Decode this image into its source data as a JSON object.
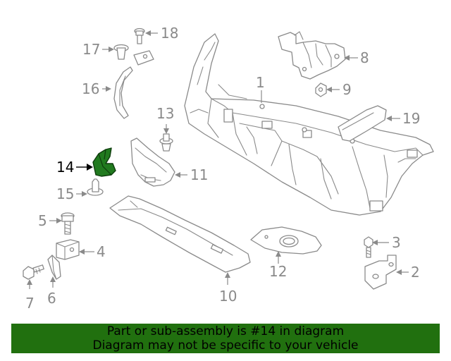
{
  "diagram": {
    "highlight_color": "#21700f",
    "highlighted_callout": "14",
    "callouts": [
      "1",
      "2",
      "3",
      "4",
      "5",
      "6",
      "7",
      "8",
      "9",
      "10",
      "11",
      "12",
      "13",
      "14",
      "15",
      "16",
      "17",
      "18",
      "19"
    ]
  },
  "banner": {
    "line1": "Part or sub-assembly is #14 in diagram",
    "line2": "Diagram may not be specific to your vehicle"
  }
}
